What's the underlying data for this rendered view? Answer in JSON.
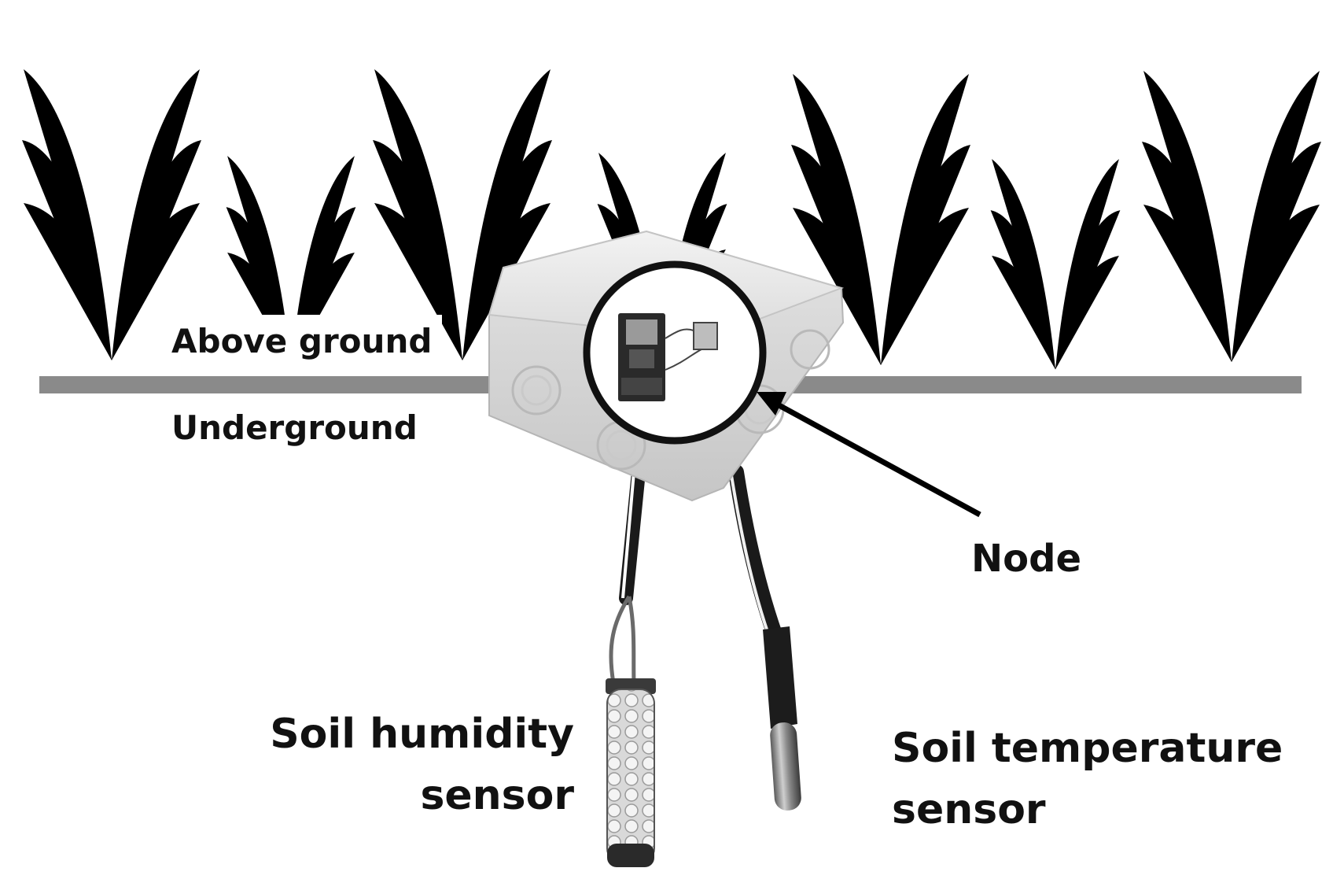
{
  "labels": {
    "above_ground": "Above ground",
    "underground": "Underground",
    "node": "Node",
    "soil_humidity_line1": "Soil humidity",
    "soil_humidity_line2": "sensor",
    "soil_temperature_line1": "Soil temperature",
    "soil_temperature_line2": "sensor"
  },
  "colors": {
    "ground": "#8a8a8a",
    "plant_dark": "#2f2f2f",
    "plant_light": "#8c8c8c",
    "enclosure": "#e6e6e6",
    "arrow": "#000000"
  },
  "icons": {
    "node_board": "microcontroller-board-icon",
    "humidity_probe": "soil-humidity-probe-icon",
    "temperature_probe": "soil-temperature-probe-icon"
  }
}
